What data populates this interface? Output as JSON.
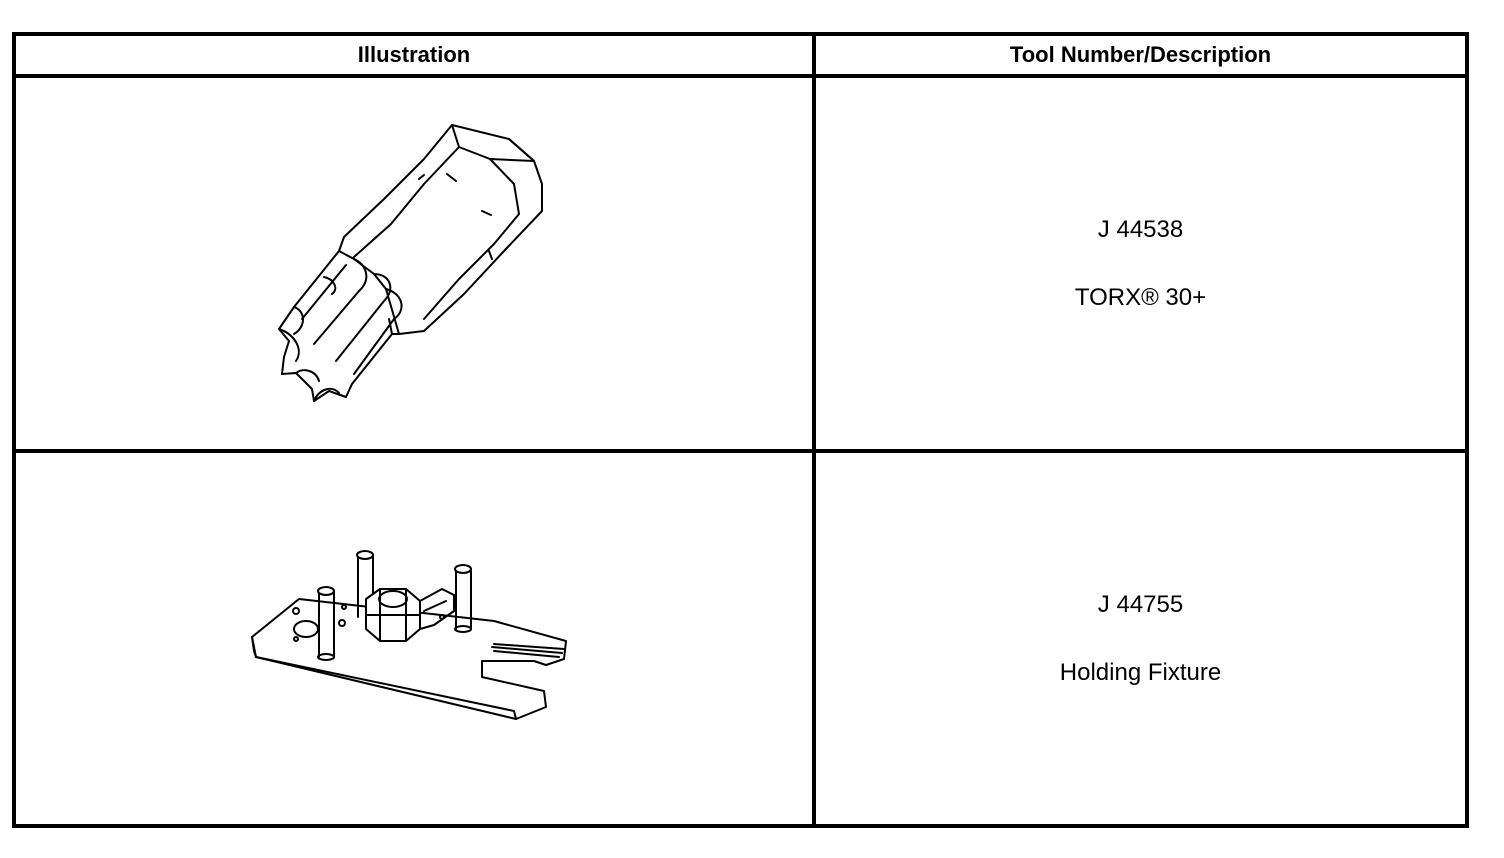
{
  "table": {
    "headers": {
      "illustration": "Illustration",
      "description": "Tool Number/Description"
    },
    "rows": [
      {
        "tool_number": "J 44538",
        "description": "TORX® 30+",
        "illustration_icon": "torx-bit-icon"
      },
      {
        "tool_number": "J 44755",
        "description": "Holding Fixture",
        "illustration_icon": "holding-fixture-icon"
      }
    ]
  }
}
